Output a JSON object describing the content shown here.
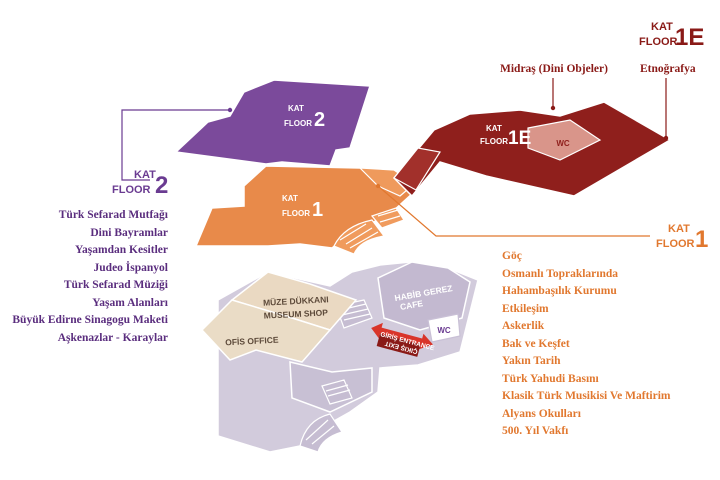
{
  "floor_labels": {
    "floor2": {
      "kat": "KAT",
      "floor": "FLOOR",
      "num": "2"
    },
    "floor1": {
      "kat": "KAT",
      "floor": "FLOOR",
      "num": "1"
    },
    "floor1e": {
      "kat": "KAT",
      "floor": "FLOOR",
      "num": "1E"
    }
  },
  "map_labels": {
    "floor2_slab": {
      "kat": "KAT",
      "floor": "FLOOR",
      "num": "2"
    },
    "floor1_slab": {
      "kat": "KAT",
      "floor": "FLOOR",
      "num": "1"
    },
    "floor1e_slab": {
      "kat": "KAT",
      "floor": "FLOOR",
      "num": "1E"
    },
    "wc_upper": "WC",
    "museum_shop_tr": "MÜZE DÜKKANI",
    "museum_shop_en": "MUSEUM SHOP",
    "office": "OFİS OFFICE",
    "cafe_line1": "HABİB GEREZ",
    "cafe_line2": "CAFE",
    "wc_ground": "WC",
    "entrance": "GİRİŞ ENTRANCE",
    "exit": "ÇIKIŞ EXIT"
  },
  "top_labels": {
    "midras": "Midraş (Dini Objeler)",
    "etnografya": "Etnoğrafya"
  },
  "floor2_exhibits": [
    "Türk Sefarad Mutfağı",
    "Dini Bayramlar",
    "Yaşamdan Kesitler",
    "Judeo İspanyol",
    "Türk Sefarad Müziği",
    "Yaşam Alanları",
    "Büyük Edirne Sinagogu Maketi",
    "Aşkenazlar - Karaylar"
  ],
  "floor1_exhibits": [
    "Göç",
    "Osmanlı Topraklarında",
    "Hahambaşılık Kurumu",
    "Etkileşim",
    "Askerlik",
    "Bak ve Keşfet",
    "Yakın Tarih",
    "Türk Yahudi Basını",
    "Klasik Türk Musikisi Ve Maftirim",
    "Alyans Okulları",
    "500. Yıl Vakfı"
  ],
  "colors": {
    "floor2": "#7b4a9b",
    "floor1": "#e88a4a",
    "floor1e": "#8f1f1c",
    "ground": "#d2cbdc",
    "shop": "#ead9c2",
    "text_purple": "#5a2d7e",
    "text_orange": "#e1782f",
    "text_red": "#8a1a17"
  }
}
